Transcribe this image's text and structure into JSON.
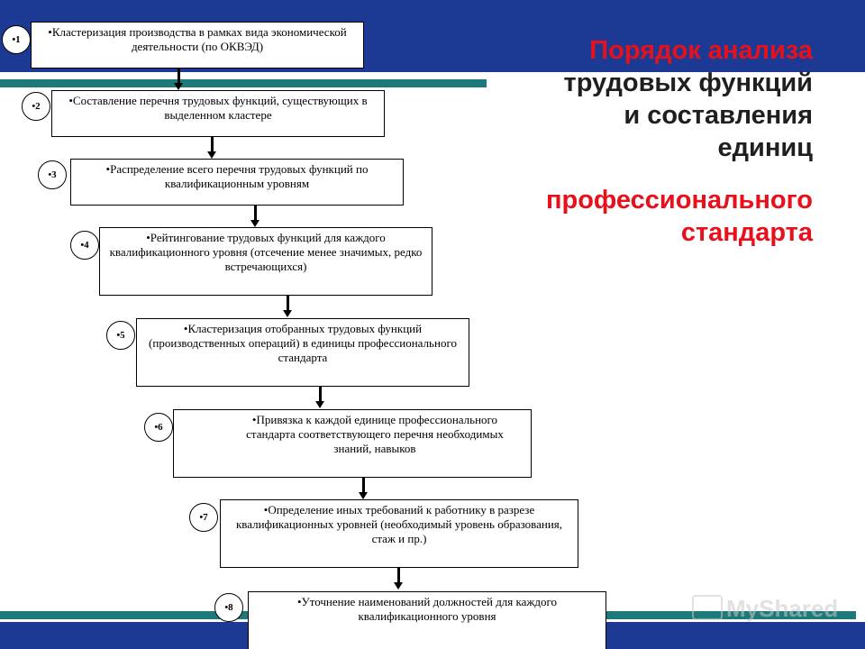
{
  "title": {
    "line1": "Порядок анализа",
    "line2": "трудовых функций",
    "line3": "и составления",
    "line4": "единиц",
    "line5": "профессионального стандарта"
  },
  "steps": [
    {
      "number": "•1",
      "text": "•Кластеризация производства в рамках вида экономической деятельности (по ОКВЭД)"
    },
    {
      "number": "•2",
      "text": "•Составление перечня трудовых функций, существующих в выделенном кластере"
    },
    {
      "number": "•3",
      "text": "•Распределение всего перечня трудовых функций по квалификационным уровням"
    },
    {
      "number": "•4",
      "text": "•Рейтингование трудовых функций для каждого квалификационного уровня (отсечение менее значимых, редко встречающихся)"
    },
    {
      "number": "•5",
      "text": "•Кластеризация отобранных трудовых функций (производственных операций) в единицы профессионального стандарта"
    },
    {
      "number": "•6",
      "text": "•Привязка к каждой единице профессионального стандарта соответствующего перечня необходимых знаний, навыков"
    },
    {
      "number": "•7",
      "text": "•Определение иных требований к работнику в разрезе квалификационных уровней (необходимый уровень образования, стаж и пр.)"
    },
    {
      "number": "•8",
      "text": "•Уточнение наименований должностей для каждого квалификационного уровня"
    }
  ],
  "watermark": "MyShared",
  "colors": {
    "band": "#1c3a94",
    "stripe": "#1d7a7a",
    "title_red": "#e8101a"
  }
}
